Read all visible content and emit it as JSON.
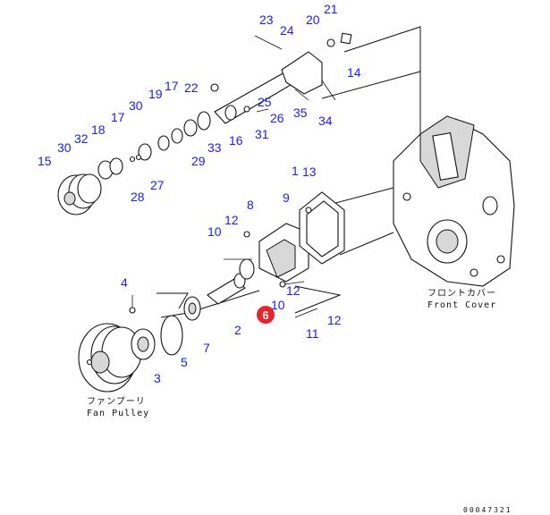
{
  "diagram": {
    "callouts": {
      "c1": "1",
      "c2": "2",
      "c3": "3",
      "c4": "4",
      "c5": "5",
      "c6": "6",
      "c7": "7",
      "c8": "8",
      "c9": "9",
      "c10a": "10",
      "c10b": "10",
      "c11": "11",
      "c12a": "12",
      "c12b": "12",
      "c12c": "12",
      "c13": "13",
      "c14": "14",
      "c15": "15",
      "c16": "16",
      "c17a": "17",
      "c17b": "17",
      "c18": "18",
      "c19": "19",
      "c20": "20",
      "c21": "21",
      "c22": "22",
      "c23": "23",
      "c24": "24",
      "c25": "25",
      "c26": "26",
      "c27": "27",
      "c28": "28",
      "c29": "29",
      "c30a": "30",
      "c30b": "30",
      "c31": "31",
      "c32": "32",
      "c33": "33",
      "c34": "34",
      "c35": "35"
    },
    "highlight_label": "6",
    "highlight_color": "#e8232a",
    "callout_color": "#1a1aff",
    "labels": {
      "front_cover_jp": "フロントカバー",
      "front_cover_en": "Front Cover",
      "fan_pulley_jp": "ファンプーリ",
      "fan_pulley_en": "Fan Pulley"
    },
    "doc_number": "00047321"
  }
}
